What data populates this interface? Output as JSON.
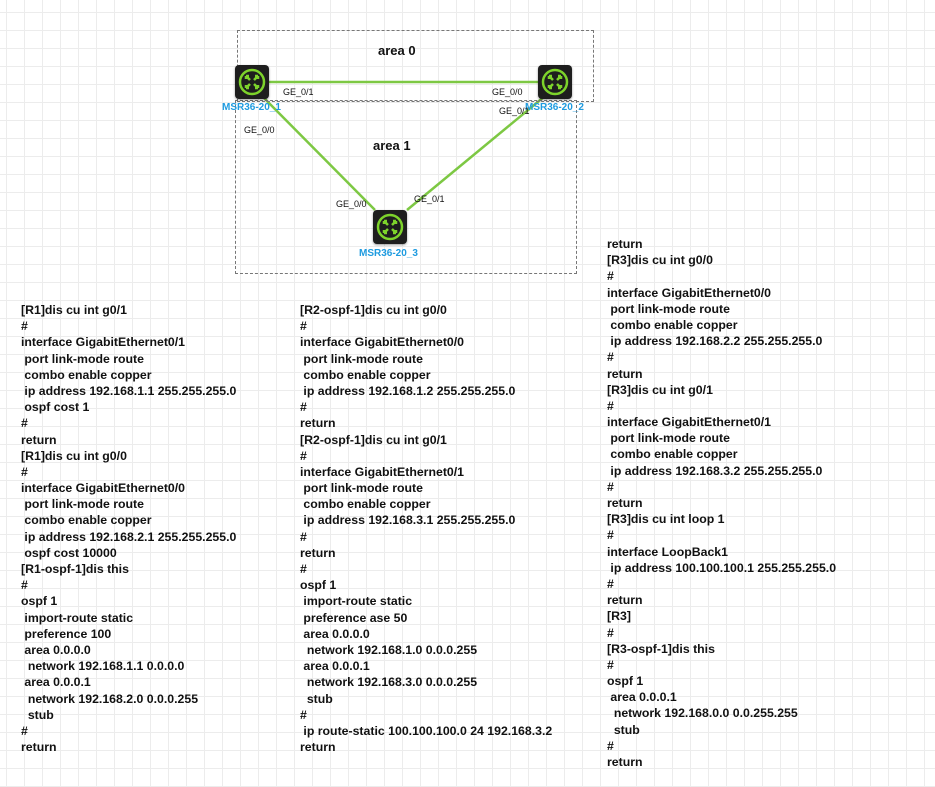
{
  "topology": {
    "areas": [
      {
        "id": "area0",
        "label": "area 0"
      },
      {
        "id": "area1",
        "label": "area 1"
      }
    ],
    "routers": [
      {
        "id": "r1",
        "name": "MSR36-20_1"
      },
      {
        "id": "r2",
        "name": "MSR36-20_2"
      },
      {
        "id": "r3",
        "name": "MSR36-20_3"
      }
    ],
    "ports": {
      "r1_r2_a": "GE_0/1",
      "r1_r2_b": "GE_0/0",
      "r1_r3_a": "GE_0/0",
      "r1_r3_b": "GE_0/0",
      "r2_r3_a": "GE_0/1",
      "r2_r3_b": "GE_0/1"
    },
    "colors": {
      "link": "#7dc843",
      "router_name": "#1e9be0",
      "router_body": "#1e1e1e",
      "router_icon": "#7dd32b"
    }
  },
  "configs": {
    "r1": [
      "[R1]dis cu int g0/1",
      "#",
      "interface GigabitEthernet0/1",
      " port link-mode route",
      " combo enable copper",
      " ip address 192.168.1.1 255.255.255.0",
      " ospf cost 1",
      "#",
      "return",
      "[R1]dis cu int g0/0",
      "#",
      "interface GigabitEthernet0/0",
      " port link-mode route",
      " combo enable copper",
      " ip address 192.168.2.1 255.255.255.0",
      " ospf cost 10000",
      "[R1-ospf-1]dis this",
      "#",
      "ospf 1",
      " import-route static",
      " preference 100",
      " area 0.0.0.0",
      "  network 192.168.1.1 0.0.0.0",
      " area 0.0.0.1",
      "  network 192.168.2.0 0.0.0.255",
      "  stub",
      "#",
      "return"
    ],
    "r2": [
      "[R2-ospf-1]dis cu int g0/0",
      "#",
      "interface GigabitEthernet0/0",
      " port link-mode route",
      " combo enable copper",
      " ip address 192.168.1.2 255.255.255.0",
      "#",
      "return",
      "[R2-ospf-1]dis cu int g0/1",
      "#",
      "interface GigabitEthernet0/1",
      " port link-mode route",
      " combo enable copper",
      " ip address 192.168.3.1 255.255.255.0",
      "#",
      "return",
      "#",
      "ospf 1",
      " import-route static",
      " preference ase 50",
      " area 0.0.0.0",
      "  network 192.168.1.0 0.0.0.255",
      " area 0.0.0.1",
      "  network 192.168.3.0 0.0.0.255",
      "  stub",
      "#",
      " ip route-static 100.100.100.0 24 192.168.3.2",
      "return"
    ],
    "r3": [
      "return",
      "[R3]dis cu int g0/0",
      "#",
      "interface GigabitEthernet0/0",
      " port link-mode route",
      " combo enable copper",
      " ip address 192.168.2.2 255.255.255.0",
      "#",
      "return",
      "[R3]dis cu int g0/1",
      "#",
      "interface GigabitEthernet0/1",
      " port link-mode route",
      " combo enable copper",
      " ip address 192.168.3.2 255.255.255.0",
      "#",
      "return",
      "[R3]dis cu int loop 1",
      "#",
      "interface LoopBack1",
      " ip address 100.100.100.1 255.255.255.0",
      "#",
      "return",
      "[R3]",
      "#",
      "[R3-ospf-1]dis this",
      "#",
      "ospf 1",
      " area 0.0.0.1",
      "  network 192.168.0.0 0.0.255.255",
      "  stub",
      "#",
      "return"
    ]
  }
}
